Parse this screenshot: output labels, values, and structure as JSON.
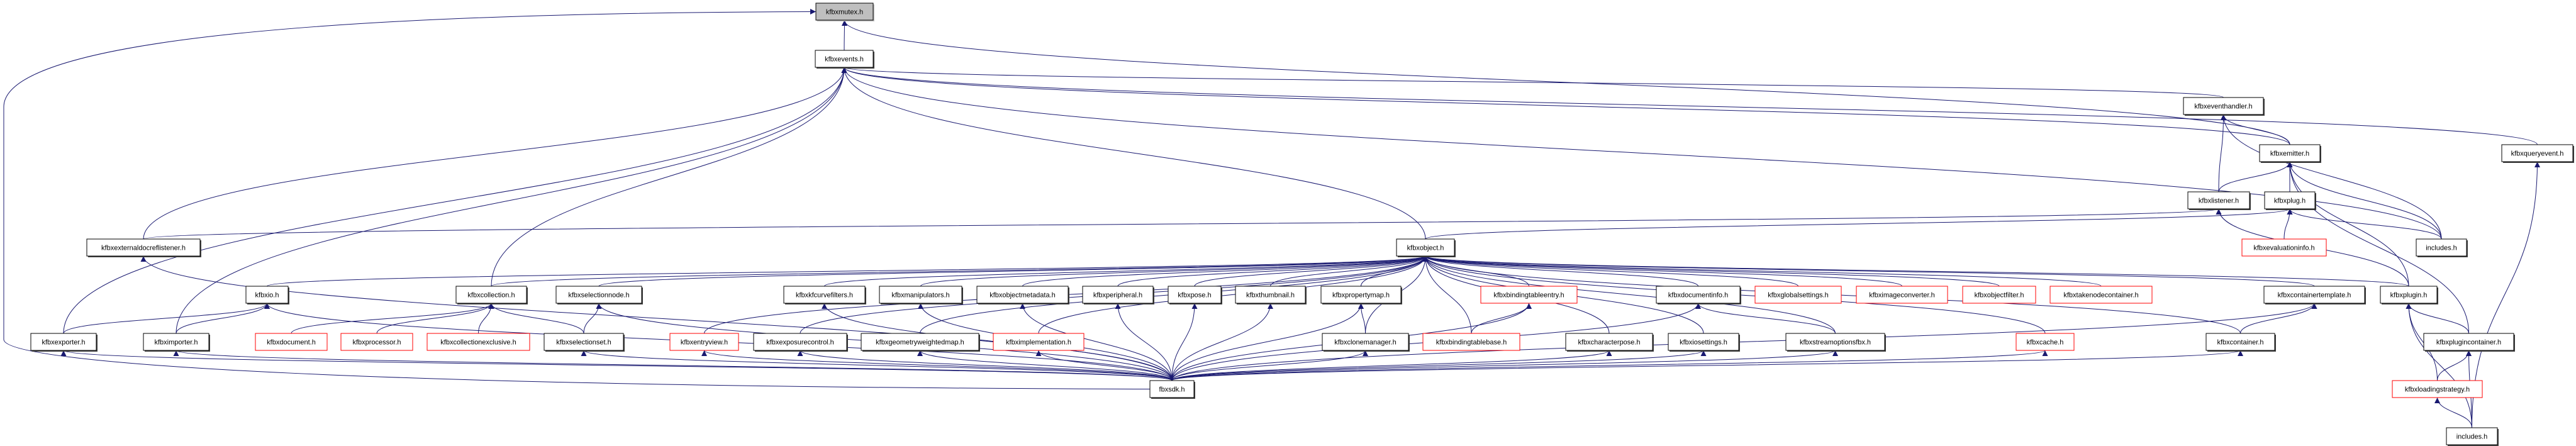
{
  "colors": {
    "edge": "#191970",
    "root_fill": "#bfbfbf",
    "missing_border": "#ff0000",
    "normal_border": "#000000"
  },
  "nodes": [
    {
      "id": "mutex",
      "label": "kfbxmutex.h",
      "style": "gray"
    },
    {
      "id": "events",
      "label": "kfbxevents.h",
      "style": "normal"
    },
    {
      "id": "eventhandler",
      "label": "kfbxeventhandler.h",
      "style": "normal"
    },
    {
      "id": "emitter",
      "label": "kfbxemitter.h",
      "style": "normal"
    },
    {
      "id": "queryevent",
      "label": "kfbxqueryevent.h",
      "style": "normal"
    },
    {
      "id": "listener",
      "label": "kfbxlistener.h",
      "style": "normal"
    },
    {
      "id": "plug",
      "label": "kfbxplug.h",
      "style": "normal"
    },
    {
      "id": "externaldocreflistener",
      "label": "kfbxexternaldocreflistener.h",
      "style": "normal"
    },
    {
      "id": "object",
      "label": "kfbxobject.h",
      "style": "normal"
    },
    {
      "id": "evaluationinfo",
      "label": "kfbxevaluationinfo.h",
      "style": "red"
    },
    {
      "id": "includes1",
      "label": "includes.h",
      "style": "normal"
    },
    {
      "id": "io",
      "label": "kfbxio.h",
      "style": "normal"
    },
    {
      "id": "collection",
      "label": "kfbxcollection.h",
      "style": "normal"
    },
    {
      "id": "selectionnode",
      "label": "kfbxselectionnode.h",
      "style": "normal"
    },
    {
      "id": "kfcurvefilters",
      "label": "kfbxkfcurvefilters.h",
      "style": "normal"
    },
    {
      "id": "manipulators",
      "label": "kfbxmanipulators.h",
      "style": "normal"
    },
    {
      "id": "objectmetadata",
      "label": "kfbxobjectmetadata.h",
      "style": "normal"
    },
    {
      "id": "peripheral",
      "label": "kfbxperipheral.h",
      "style": "normal"
    },
    {
      "id": "pose",
      "label": "kfbxpose.h",
      "style": "normal"
    },
    {
      "id": "thumbnail",
      "label": "kfbxthumbnail.h",
      "style": "normal"
    },
    {
      "id": "propertymap",
      "label": "kfbxpropertymap.h",
      "style": "normal"
    },
    {
      "id": "bindingtableentry",
      "label": "kfbxbindingtableentry.h",
      "style": "red"
    },
    {
      "id": "documentinfo",
      "label": "kfbxdocumentinfo.h",
      "style": "normal"
    },
    {
      "id": "globalsettings",
      "label": "kfbxglobalsettings.h",
      "style": "red"
    },
    {
      "id": "imageconverter",
      "label": "kfbximageconverter.h",
      "style": "red"
    },
    {
      "id": "objectfilter",
      "label": "kfbxobjectfilter.h",
      "style": "red"
    },
    {
      "id": "takenodecontainer",
      "label": "kfbxtakenodecontainer.h",
      "style": "red"
    },
    {
      "id": "containertemplate",
      "label": "kfbxcontainertemplate.h",
      "style": "normal"
    },
    {
      "id": "plugin",
      "label": "kfbxplugin.h",
      "style": "normal"
    },
    {
      "id": "exporter",
      "label": "kfbxexporter.h",
      "style": "normal"
    },
    {
      "id": "importer",
      "label": "kfbximporter.h",
      "style": "normal"
    },
    {
      "id": "document",
      "label": "kfbxdocument.h",
      "style": "red"
    },
    {
      "id": "processor",
      "label": "kfbxprocessor.h",
      "style": "red"
    },
    {
      "id": "collectionexclusive",
      "label": "kfbxcollectionexclusive.h",
      "style": "red"
    },
    {
      "id": "selectionset",
      "label": "kfbxselectionset.h",
      "style": "normal"
    },
    {
      "id": "entryview",
      "label": "kfbxentryview.h",
      "style": "red"
    },
    {
      "id": "exposurecontrol",
      "label": "kfbxexposurecontrol.h",
      "style": "normal"
    },
    {
      "id": "geometryweightedmap",
      "label": "kfbxgeometryweightedmap.h",
      "style": "normal"
    },
    {
      "id": "implementation",
      "label": "kfbximplementation.h",
      "style": "red"
    },
    {
      "id": "clonemanager",
      "label": "kfbxclonemanager.h",
      "style": "normal"
    },
    {
      "id": "bindingtablebase",
      "label": "kfbxbindingtablebase.h",
      "style": "red"
    },
    {
      "id": "characterpose",
      "label": "kfbxcharacterpose.h",
      "style": "normal"
    },
    {
      "id": "iosettings",
      "label": "kfbxiosettings.h",
      "style": "normal"
    },
    {
      "id": "streamoptionsfbx",
      "label": "kfbxstreamoptionsfbx.h",
      "style": "normal"
    },
    {
      "id": "cache",
      "label": "kfbxcache.h",
      "style": "red"
    },
    {
      "id": "container",
      "label": "kfbxcontainer.h",
      "style": "normal"
    },
    {
      "id": "plugincontainer",
      "label": "kfbxplugincontainer.h",
      "style": "normal"
    },
    {
      "id": "loadingstrategy",
      "label": "kfbxloadingstrategy.h",
      "style": "red"
    },
    {
      "id": "fbxsdk",
      "label": "fbxsdk.h",
      "style": "normal"
    },
    {
      "id": "includes2",
      "label": "includes.h",
      "style": "normal"
    }
  ],
  "edges": [
    [
      "events",
      "mutex"
    ],
    [
      "emitter",
      "mutex"
    ],
    [
      "fbxsdk",
      "mutex"
    ],
    [
      "exporter",
      "events"
    ],
    [
      "importer",
      "events"
    ],
    [
      "externaldocreflistener",
      "events"
    ],
    [
      "collection",
      "events"
    ],
    [
      "object",
      "events"
    ],
    [
      "eventhandler",
      "events"
    ],
    [
      "emitter",
      "events"
    ],
    [
      "includes1",
      "events"
    ],
    [
      "queryevent",
      "events"
    ],
    [
      "emitter",
      "eventhandler"
    ],
    [
      "listener",
      "eventhandler"
    ],
    [
      "includes1",
      "eventhandler"
    ],
    [
      "listener",
      "emitter"
    ],
    [
      "plug",
      "emitter"
    ],
    [
      "includes1",
      "emitter"
    ],
    [
      "plugin",
      "emitter"
    ],
    [
      "plugincontainer",
      "emitter"
    ],
    [
      "externaldocreflistener",
      "listener"
    ],
    [
      "plugin",
      "listener"
    ],
    [
      "object",
      "plug"
    ],
    [
      "includes1",
      "plug"
    ],
    [
      "evaluationinfo",
      "plug"
    ],
    [
      "includes2",
      "queryevent"
    ],
    [
      "io",
      "object"
    ],
    [
      "collection",
      "object"
    ],
    [
      "selectionnode",
      "object"
    ],
    [
      "kfcurvefilters",
      "object"
    ],
    [
      "manipulators",
      "object"
    ],
    [
      "objectmetadata",
      "object"
    ],
    [
      "peripheral",
      "object"
    ],
    [
      "pose",
      "object"
    ],
    [
      "thumbnail",
      "object"
    ],
    [
      "propertymap",
      "object"
    ],
    [
      "bindingtableentry",
      "object"
    ],
    [
      "documentinfo",
      "object"
    ],
    [
      "globalsettings",
      "object"
    ],
    [
      "imageconverter",
      "object"
    ],
    [
      "objectfilter",
      "object"
    ],
    [
      "takenodecontainer",
      "object"
    ],
    [
      "containertemplate",
      "object"
    ],
    [
      "plugin",
      "object"
    ],
    [
      "entryview",
      "object"
    ],
    [
      "exposurecontrol",
      "object"
    ],
    [
      "geometryweightedmap",
      "object"
    ],
    [
      "implementation",
      "object"
    ],
    [
      "clonemanager",
      "object"
    ],
    [
      "bindingtablebase",
      "object"
    ],
    [
      "characterpose",
      "object"
    ],
    [
      "iosettings",
      "object"
    ],
    [
      "streamoptionsfbx",
      "object"
    ],
    [
      "cache",
      "object"
    ],
    [
      "container",
      "object"
    ],
    [
      "exporter",
      "io"
    ],
    [
      "importer",
      "io"
    ],
    [
      "fbxsdk",
      "io"
    ],
    [
      "document",
      "collection"
    ],
    [
      "processor",
      "collection"
    ],
    [
      "collectionexclusive",
      "collection"
    ],
    [
      "selectionset",
      "collection"
    ],
    [
      "selectionset",
      "selectionnode"
    ],
    [
      "fbxsdk",
      "selectionnode"
    ],
    [
      "clonemanager",
      "propertymap"
    ],
    [
      "fbxsdk",
      "propertymap"
    ],
    [
      "bindingtablebase",
      "bindingtableentry"
    ],
    [
      "fbxsdk",
      "bindingtableentry"
    ],
    [
      "streamoptionsfbx",
      "documentinfo"
    ],
    [
      "fbxsdk",
      "documentinfo"
    ],
    [
      "container",
      "containertemplate"
    ],
    [
      "fbxsdk",
      "containertemplate"
    ],
    [
      "loadingstrategy",
      "plugin"
    ],
    [
      "plugincontainer",
      "plugin"
    ],
    [
      "includes2",
      "plugin"
    ],
    [
      "loadingstrategy",
      "plugincontainer"
    ],
    [
      "includes2",
      "plugincontainer"
    ],
    [
      "includes2",
      "loadingstrategy"
    ],
    [
      "fbxsdk",
      "exporter"
    ],
    [
      "fbxsdk",
      "importer"
    ],
    [
      "fbxsdk",
      "externaldocreflistener"
    ],
    [
      "fbxsdk",
      "selectionset"
    ],
    [
      "fbxsdk",
      "entryview"
    ],
    [
      "fbxsdk",
      "exposurecontrol"
    ],
    [
      "fbxsdk",
      "geometryweightedmap"
    ],
    [
      "fbxsdk",
      "implementation"
    ],
    [
      "fbxsdk",
      "kfcurvefilters"
    ],
    [
      "fbxsdk",
      "manipulators"
    ],
    [
      "fbxsdk",
      "objectmetadata"
    ],
    [
      "fbxsdk",
      "peripheral"
    ],
    [
      "fbxsdk",
      "pose"
    ],
    [
      "fbxsdk",
      "thumbnail"
    ],
    [
      "fbxsdk",
      "clonemanager"
    ],
    [
      "fbxsdk",
      "characterpose"
    ],
    [
      "fbxsdk",
      "iosettings"
    ],
    [
      "fbxsdk",
      "streamoptionsfbx"
    ],
    [
      "fbxsdk",
      "cache"
    ],
    [
      "fbxsdk",
      "container"
    ]
  ]
}
